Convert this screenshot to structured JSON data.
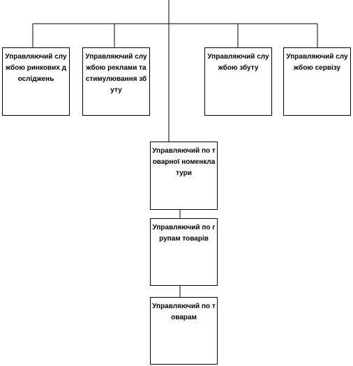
{
  "diagram": {
    "nodes": [
      {
        "id": "n1",
        "label": "Управляючий службою ринкових досліджень"
      },
      {
        "id": "n2",
        "label": "Управляючий службою реклами та стимулювання збуту"
      },
      {
        "id": "n3",
        "label": "Управляючий службою збуту"
      },
      {
        "id": "n4",
        "label": "Управляючий службою сервізу"
      },
      {
        "id": "n5",
        "label": "Управляючий по товарної номенклатури"
      },
      {
        "id": "n6",
        "label": "Управляючий по групам товарів"
      },
      {
        "id": "n7",
        "label": "Управляючий по товарам"
      }
    ],
    "edges": [
      {
        "from": "top",
        "to": "n1"
      },
      {
        "from": "top",
        "to": "n2"
      },
      {
        "from": "top",
        "to": "n3"
      },
      {
        "from": "top",
        "to": "n4"
      },
      {
        "from": "top",
        "to": "n5"
      },
      {
        "from": "n5",
        "to": "n6"
      },
      {
        "from": "n6",
        "to": "n7"
      }
    ]
  }
}
